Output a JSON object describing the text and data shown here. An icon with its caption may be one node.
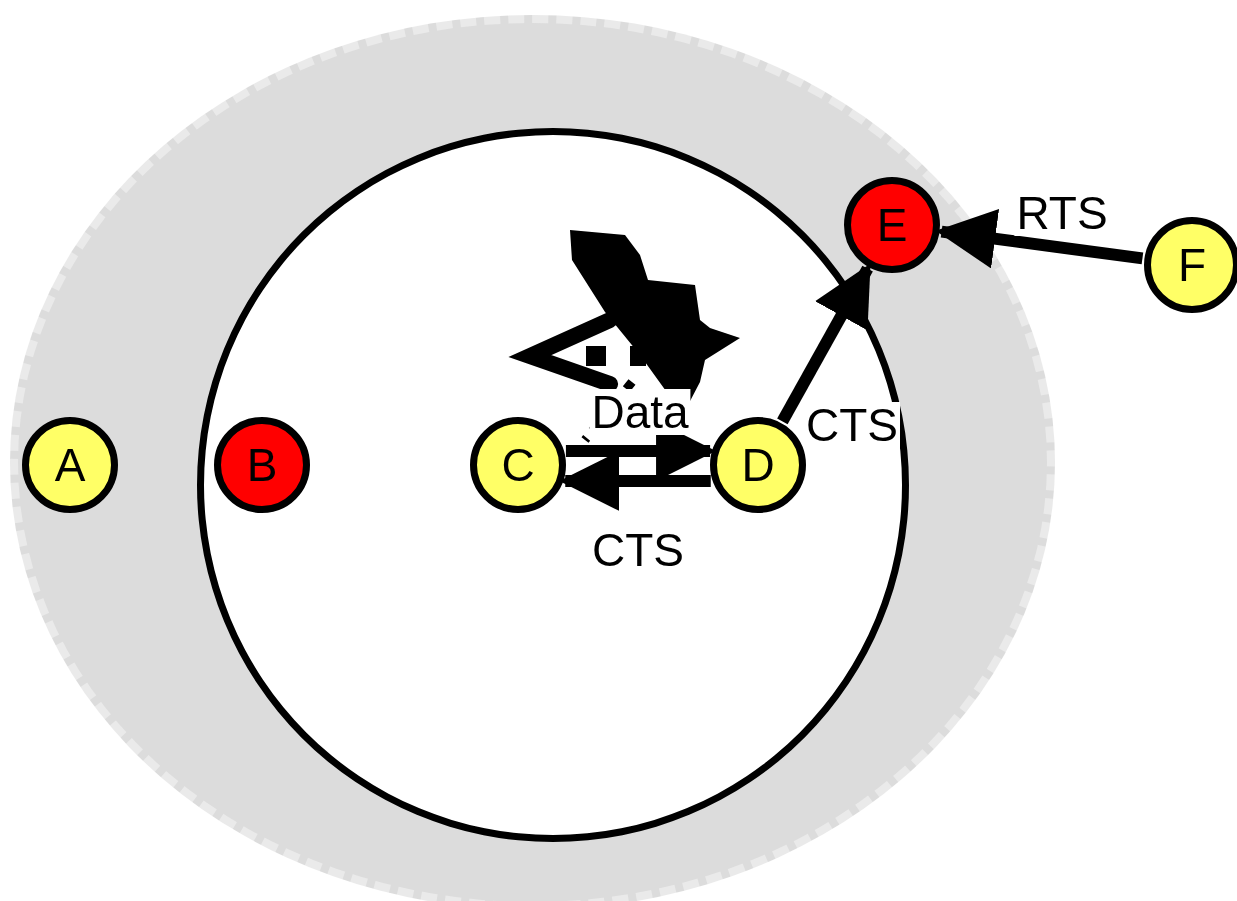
{
  "diagram": {
    "nodes": [
      {
        "text": [],
        "shape": "circle"
      },
      {
        "text": [],
        "shape": "circle",
        "in": 0
      },
      {
        "text": [
          "A"
        ],
        "in": 0
      },
      {
        "text": [
          "B"
        ],
        "in": 1
      },
      {
        "text": [
          "C"
        ],
        "in": 1
      },
      {
        "text": [
          "D"
        ],
        "in": 1
      },
      {
        "text": [
          "E"
        ],
        "in": 0
      },
      {
        "text": [
          "F"
        ]
      }
    ],
    "edges": [
      {
        "from": 4,
        "to": 5,
        "arrow": "to",
        "label": "Data"
      },
      {
        "from": 5,
        "to": 4,
        "arrow": "to",
        "label": "CTS"
      },
      {
        "from": 5,
        "to": 6,
        "arrow": "to",
        "label": "CTS"
      },
      {
        "from": 7,
        "to": 6,
        "arrow": "to",
        "label": "RTS"
      }
    ]
  }
}
